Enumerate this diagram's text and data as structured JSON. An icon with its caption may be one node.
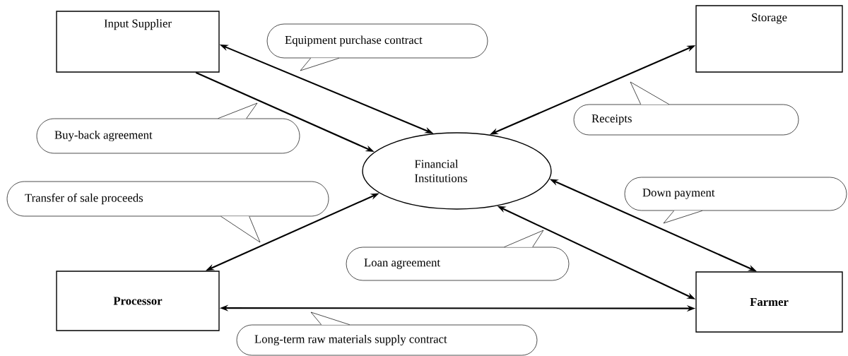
{
  "diagram": {
    "nodes": [
      {
        "text": [
          "Input Supplier"
        ]
      },
      {
        "text": [
          "Storage"
        ]
      },
      {
        "text": [
          "Financial Institutions"
        ]
      },
      {
        "text": [
          "Processor"
        ]
      },
      {
        "text": [
          "Farmer"
        ]
      },
      {
        "text": [
          "Equipment purchase contract"
        ]
      },
      {
        "text": [
          "Receipts"
        ]
      },
      {
        "text": [
          "Buy-back agreement"
        ]
      },
      {
        "text": [
          "Transfer of sale proceeds"
        ]
      },
      {
        "text": [
          "Down payment"
        ]
      },
      {
        "text": [
          "Loan agreement"
        ]
      },
      {
        "text": [
          "Long-term raw materials supply contract"
        ]
      }
    ],
    "edges": [
      {
        "from": 0,
        "to": 2,
        "arrow": "both"
      },
      {
        "from": 0,
        "to": 2,
        "arrow": "to"
      },
      {
        "from": 1,
        "to": 2,
        "arrow": "both"
      },
      {
        "from": 3,
        "to": 2,
        "arrow": "both"
      },
      {
        "from": 4,
        "to": 2,
        "arrow": "both"
      },
      {
        "from": 4,
        "to": 2,
        "arrow": "both"
      },
      {
        "from": 3,
        "to": 4,
        "arrow": "both"
      }
    ]
  }
}
